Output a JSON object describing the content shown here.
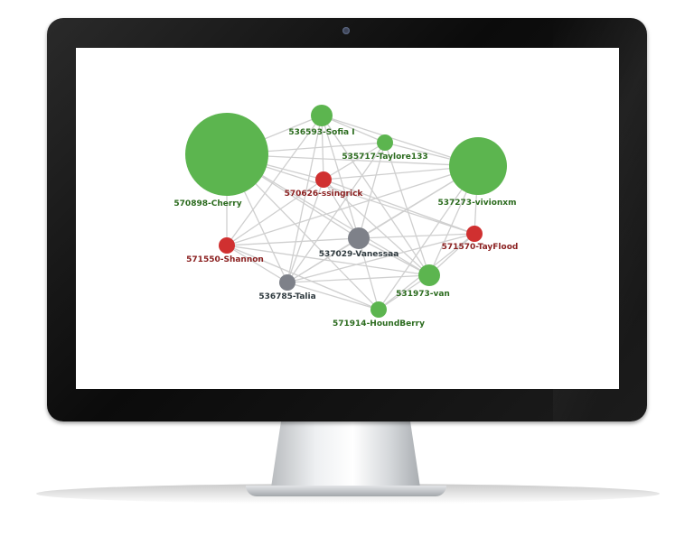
{
  "graph": {
    "nodes": [
      {
        "id": "570898-Cherry",
        "label": "570898-Cherry",
        "group": "green",
        "size": "xl"
      },
      {
        "id": "536593-Sofia",
        "label": "536593-Sofia I",
        "group": "green",
        "size": "s"
      },
      {
        "id": "535717-Taylore133",
        "label": "535717-Taylore133",
        "group": "green",
        "size": "xs"
      },
      {
        "id": "537273-vivionxm",
        "label": "537273-vivionxm",
        "group": "green",
        "size": "l"
      },
      {
        "id": "570626-ssingrick",
        "label": "570626-ssingrick",
        "group": "red",
        "size": "xs"
      },
      {
        "id": "537029-Vanessaa",
        "label": "537029-Vanessaa",
        "group": "gray",
        "size": "s"
      },
      {
        "id": "571570-TayFlood",
        "label": "571570-TayFlood",
        "group": "red",
        "size": "xs"
      },
      {
        "id": "571550-Shannon",
        "label": "571550-Shannon",
        "group": "red",
        "size": "xs"
      },
      {
        "id": "536785-Talia",
        "label": "536785-Talia",
        "group": "gray",
        "size": "xs"
      },
      {
        "id": "531973-van",
        "label": "531973-van",
        "group": "green",
        "size": "s"
      },
      {
        "id": "571914-HoundBerry",
        "label": "571914-HoundBerry",
        "group": "green",
        "size": "xs"
      }
    ],
    "edges": [
      [
        "570898-Cherry",
        "536593-Sofia"
      ],
      [
        "570898-Cherry",
        "535717-Taylore133"
      ],
      [
        "570898-Cherry",
        "537273-vivionxm"
      ],
      [
        "570898-Cherry",
        "570626-ssingrick"
      ],
      [
        "570898-Cherry",
        "537029-Vanessaa"
      ],
      [
        "570898-Cherry",
        "571570-TayFlood"
      ],
      [
        "570898-Cherry",
        "571550-Shannon"
      ],
      [
        "570898-Cherry",
        "536785-Talia"
      ],
      [
        "570898-Cherry",
        "531973-van"
      ],
      [
        "570898-Cherry",
        "571914-HoundBerry"
      ],
      [
        "536593-Sofia",
        "535717-Taylore133"
      ],
      [
        "536593-Sofia",
        "537273-vivionxm"
      ],
      [
        "536593-Sofia",
        "570626-ssingrick"
      ],
      [
        "536593-Sofia",
        "537029-Vanessaa"
      ],
      [
        "536593-Sofia",
        "571550-Shannon"
      ],
      [
        "536593-Sofia",
        "531973-van"
      ],
      [
        "536593-Sofia",
        "536785-Talia"
      ],
      [
        "535717-Taylore133",
        "537273-vivionxm"
      ],
      [
        "535717-Taylore133",
        "570626-ssingrick"
      ],
      [
        "535717-Taylore133",
        "537029-Vanessaa"
      ],
      [
        "535717-Taylore133",
        "536785-Talia"
      ],
      [
        "535717-Taylore133",
        "531973-van"
      ],
      [
        "537273-vivionxm",
        "570626-ssingrick"
      ],
      [
        "537273-vivionxm",
        "537029-Vanessaa"
      ],
      [
        "537273-vivionxm",
        "571570-TayFlood"
      ],
      [
        "537273-vivionxm",
        "536785-Talia"
      ],
      [
        "537273-vivionxm",
        "531973-van"
      ],
      [
        "537273-vivionxm",
        "571914-HoundBerry"
      ],
      [
        "537273-vivionxm",
        "571550-Shannon"
      ],
      [
        "570626-ssingrick",
        "537029-Vanessaa"
      ],
      [
        "570626-ssingrick",
        "571570-TayFlood"
      ],
      [
        "570626-ssingrick",
        "571550-Shannon"
      ],
      [
        "570626-ssingrick",
        "536785-Talia"
      ],
      [
        "570626-ssingrick",
        "531973-van"
      ],
      [
        "537029-Vanessaa",
        "571570-TayFlood"
      ],
      [
        "537029-Vanessaa",
        "571550-Shannon"
      ],
      [
        "537029-Vanessaa",
        "536785-Talia"
      ],
      [
        "537029-Vanessaa",
        "531973-van"
      ],
      [
        "537029-Vanessaa",
        "571914-HoundBerry"
      ],
      [
        "571570-TayFlood",
        "531973-van"
      ],
      [
        "571570-TayFlood",
        "536785-Talia"
      ],
      [
        "571570-TayFlood",
        "571914-HoundBerry"
      ],
      [
        "571550-Shannon",
        "536785-Talia"
      ],
      [
        "571550-Shannon",
        "571914-HoundBerry"
      ],
      [
        "571550-Shannon",
        "531973-van"
      ],
      [
        "536785-Talia",
        "571914-HoundBerry"
      ],
      [
        "536785-Talia",
        "531973-van"
      ],
      [
        "531973-van",
        "571914-HoundBerry"
      ]
    ]
  },
  "colors": {
    "green_node": "#5cb54f",
    "green_label": "#2b6b1e",
    "red_node": "#d03030",
    "red_label": "#8a1f1f",
    "gray_node": "#7e8189",
    "gray_label": "#2f3a3f",
    "edge": "#cfcfcf"
  }
}
